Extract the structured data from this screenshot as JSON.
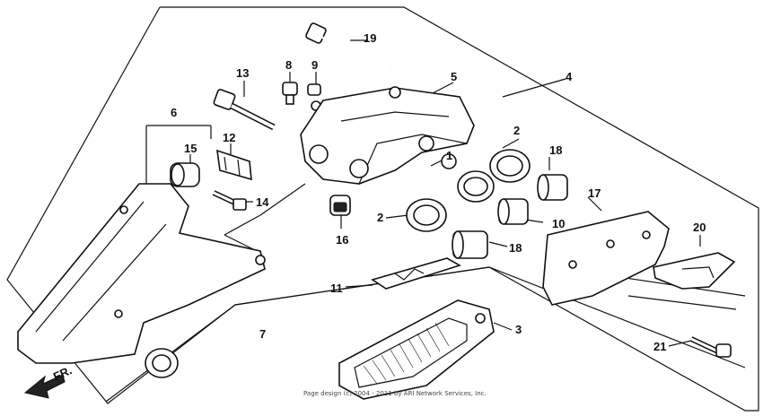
{
  "labels": {
    "l1": "1",
    "l2a": "2",
    "l2b": "2",
    "l3": "3",
    "l4": "4",
    "l5": "5",
    "l6": "6",
    "l7": "7",
    "l8": "8",
    "l9": "9",
    "l10": "10",
    "l11": "11",
    "l12": "12",
    "l13": "13",
    "l14": "14",
    "l15": "15",
    "l16": "16",
    "l17": "17",
    "l18a": "18",
    "l18b": "18",
    "l19": "19",
    "l20": "20",
    "l21": "21"
  },
  "direction_label": "FR.",
  "copyright": "Page design (c) 2004 - 2011 by ARI Network Services, Inc."
}
